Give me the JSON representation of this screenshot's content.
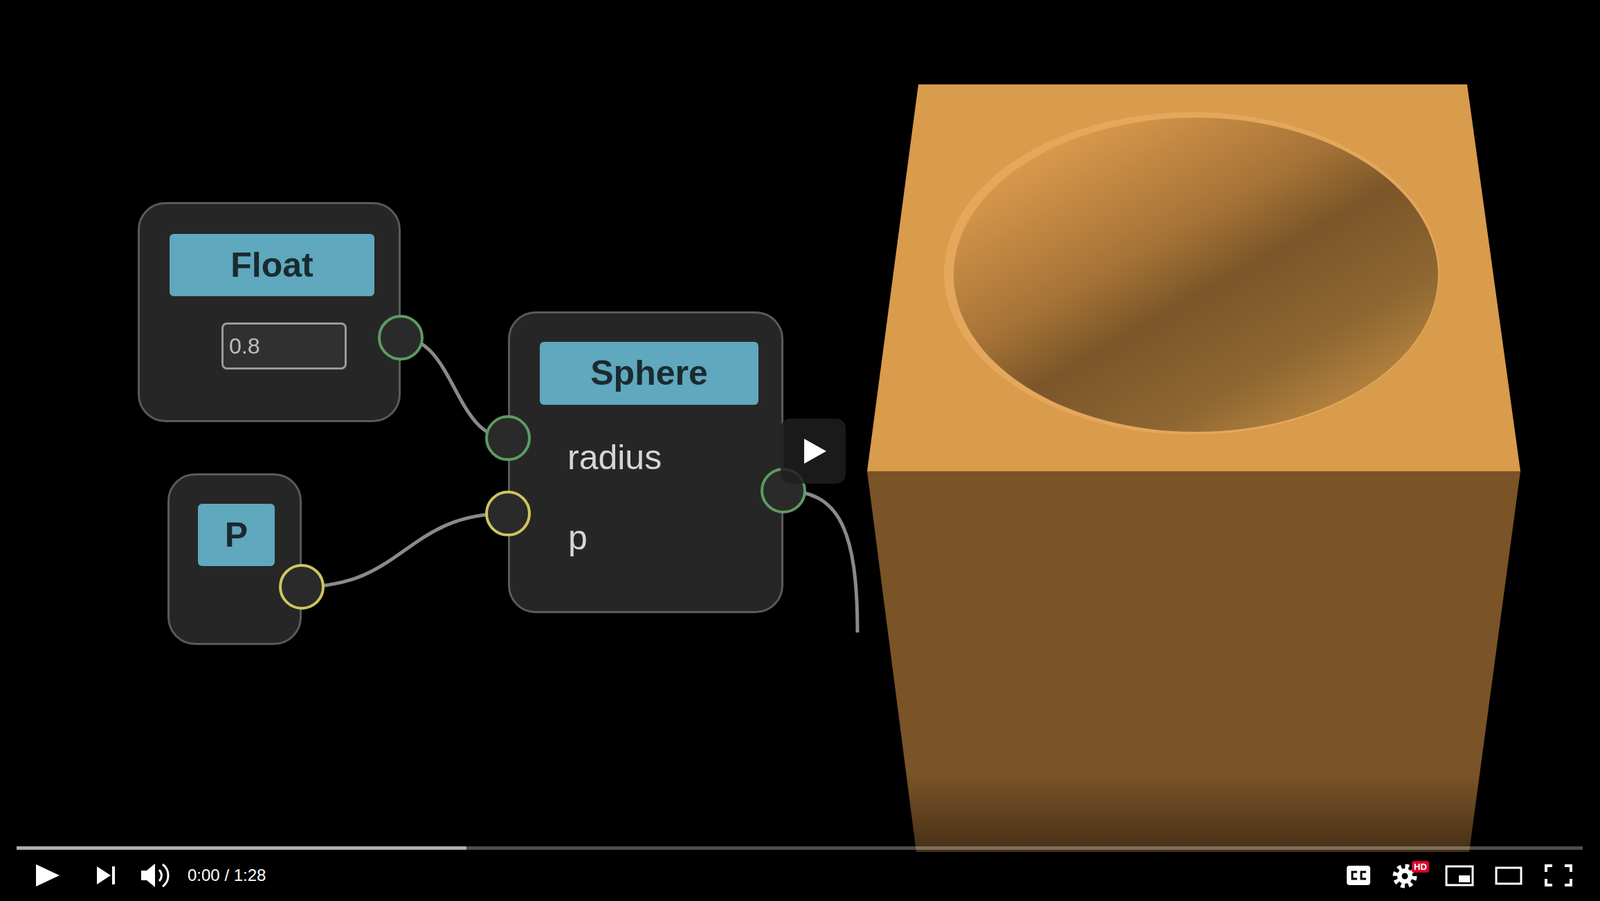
{
  "diagram": {
    "nodes": [
      {
        "text": [
          "Float",
          "0.8"
        ]
      },
      {
        "text": [
          "P"
        ]
      },
      {
        "text": [
          "Sphere",
          "radius",
          "p"
        ]
      }
    ],
    "edges": [
      {
        "from": 0,
        "to": 2,
        "arrow": "none"
      },
      {
        "from": 1,
        "to": 2,
        "arrow": "none"
      }
    ],
    "labels": [
      "0:00 / 1:28",
      "HD"
    ]
  }
}
